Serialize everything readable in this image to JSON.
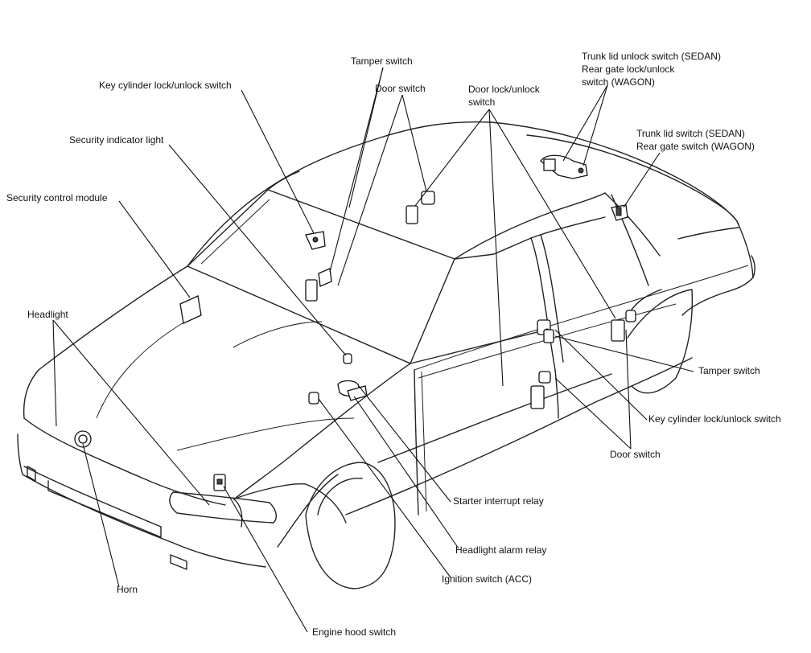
{
  "labels": {
    "tamper_switch_top": "Tamper switch",
    "key_cylinder_top": "Key cylinder lock/unlock switch",
    "door_switch_top": "Door switch",
    "door_lock_unlock_line1": "Door lock/unlock",
    "door_lock_unlock_line2": "switch",
    "trunk_unlock_line1": "Trunk lid unlock switch (SEDAN)",
    "trunk_unlock_line2": "Rear gate lock/unlock",
    "trunk_unlock_line3": "switch (WAGON)",
    "trunk_switch_line1": "Trunk lid switch (SEDAN)",
    "trunk_switch_line2": "Rear gate switch (WAGON)",
    "security_indicator_light": "Security indicator light",
    "security_control_module": "Security control module",
    "headlight": "Headlight",
    "tamper_switch_right": "Tamper switch",
    "key_cylinder_right": "Key cylinder lock/unlock switch",
    "door_switch_right": "Door switch",
    "starter_interrupt_relay": "Starter interrupt relay",
    "headlight_alarm_relay": "Headlight alarm relay",
    "ignition_switch": "Ignition switch (ACC)",
    "horn": "Horn",
    "engine_hood_switch": "Engine hood switch"
  }
}
